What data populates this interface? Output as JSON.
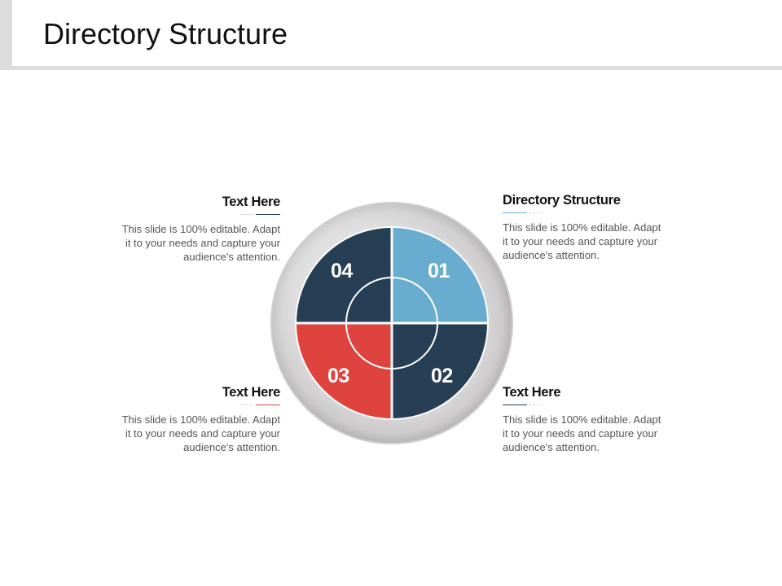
{
  "header": {
    "title": "Directory Structure"
  },
  "colors": {
    "navy": "#263f54",
    "light_blue": "#68add0",
    "red": "#de433d",
    "ring_gray": "#e3e1e2",
    "text_gray": "#555555"
  },
  "diagram": {
    "segments": [
      {
        "id": "01",
        "label": "01",
        "color": "#68add0",
        "position": "top-right"
      },
      {
        "id": "02",
        "label": "02",
        "color": "#263f54",
        "position": "bottom-right"
      },
      {
        "id": "03",
        "label": "03",
        "color": "#de433d",
        "position": "bottom-left"
      },
      {
        "id": "04",
        "label": "04",
        "color": "#263f54",
        "position": "top-left"
      }
    ]
  },
  "text_blocks": {
    "top_left": {
      "heading": "Text Here",
      "accent": "#263f54",
      "body": [
        "This slide is 100% editable.  Adapt",
        "it to your needs and capture your",
        "audience's attention."
      ]
    },
    "top_right": {
      "heading": "Directory Structure",
      "accent": "#68add0",
      "body": [
        "This slide is 100% editable.  Adapt",
        "it to your needs and capture your",
        "audience's attention."
      ]
    },
    "bottom_left": {
      "heading": "Text Here",
      "accent": "#de433d",
      "body": [
        "This slide is 100% editable.  Adapt",
        "it to your needs and capture your",
        "audience's attention."
      ]
    },
    "bottom_right": {
      "heading": "Text Here",
      "accent": "#263f54",
      "body": [
        "This slide is 100% editable.  Adapt",
        "it to your needs and capture your",
        "audience's attention."
      ]
    }
  }
}
